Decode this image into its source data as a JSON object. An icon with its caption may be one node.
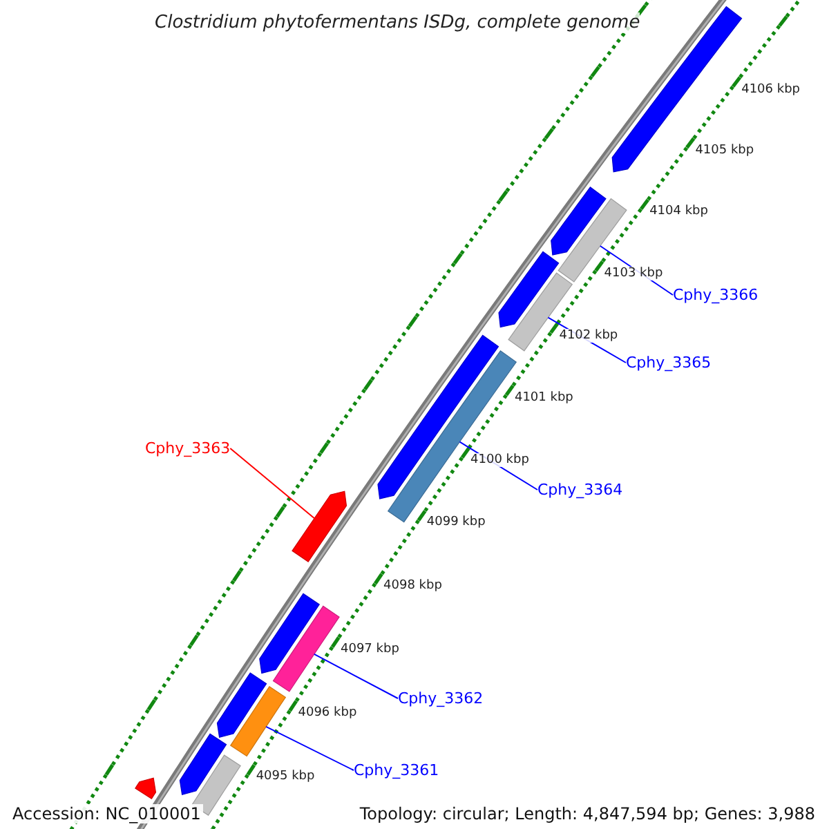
{
  "diagram": {
    "title": "Clostridium phytofermentans ISDg, complete genome",
    "nodes": [
      {
        "text": [],
        "shape": "bar"
      },
      {
        "text": [],
        "shape": "bar"
      },
      {
        "text": [],
        "shape": "bar"
      },
      {
        "text": [],
        "shape": "bar"
      },
      {
        "text": [],
        "shape": "bar"
      },
      {
        "text": [
          "Cphy_3366"
        ]
      },
      {
        "text": [],
        "shape": "bar"
      },
      {
        "text": [],
        "shape": "bar"
      },
      {
        "text": [
          "Cphy_3365"
        ]
      },
      {
        "text": [
          "Cphy_3363"
        ]
      },
      {
        "text": [
          "Cphy_3364"
        ]
      },
      {
        "text": [],
        "shape": "bar"
      },
      {
        "text": [],
        "shape": "bar"
      },
      {
        "text": [],
        "shape": "bar"
      },
      {
        "text": [],
        "shape": "bar"
      },
      {
        "text": [
          "Cphy_3362"
        ]
      },
      {
        "text": [],
        "shape": "bar"
      },
      {
        "text": [],
        "shape": "bar"
      },
      {
        "text": [],
        "shape": "bar"
      },
      {
        "text": [
          "Cphy_3361"
        ]
      },
      {
        "text": [],
        "shape": "bar"
      }
    ],
    "edges": [
      {
        "from": 5,
        "to": 2,
        "arrow": "none"
      },
      {
        "from": 8,
        "to": 4,
        "arrow": "none"
      },
      {
        "from": 9,
        "to": 11,
        "arrow": "none",
        "color": "#ff0000"
      },
      {
        "from": 10,
        "to": 7,
        "arrow": "none"
      },
      {
        "from": 15,
        "to": 13,
        "arrow": "none"
      },
      {
        "from": 19,
        "to": 16,
        "arrow": "none"
      }
    ],
    "labels": [
      "4106 kbp",
      "4105 kbp",
      "4104 kbp",
      "4103 kbp",
      "4102 kbp",
      "4101 kbp",
      "4100 kbp",
      "4099 kbp",
      "4098 kbp",
      "4097 kbp",
      "4096 kbp",
      "4095 kbp",
      "Accession: NC_010001",
      "Topology: circular; Length: 4,847,594 bp; Genes: 3,988"
    ]
  }
}
